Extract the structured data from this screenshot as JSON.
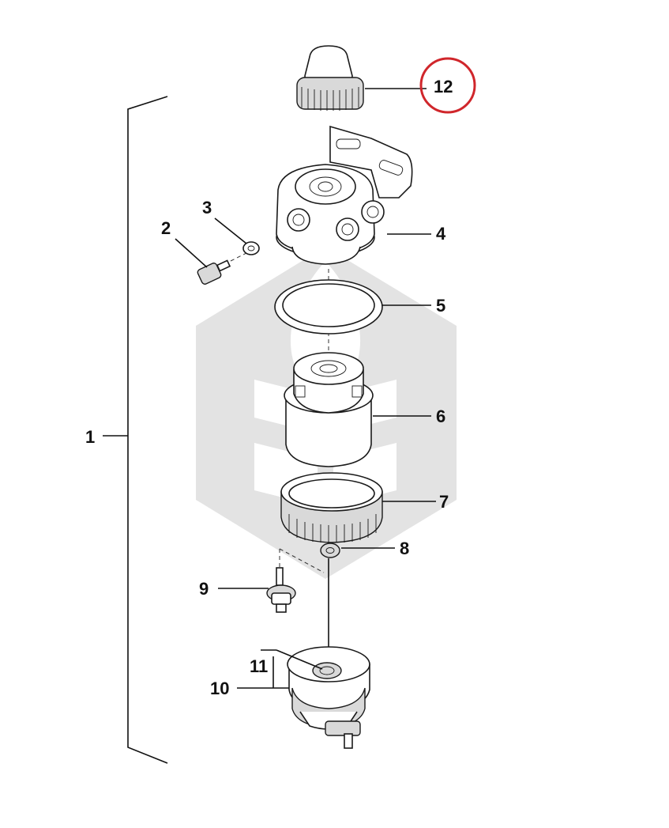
{
  "callouts": {
    "c1": "1",
    "c2": "2",
    "c3": "3",
    "c4": "4",
    "c5": "5",
    "c6": "6",
    "c7": "7",
    "c8": "8",
    "c9": "9",
    "c10": "10",
    "c11": "11",
    "c12": "12"
  },
  "colors": {
    "highlight_circle": "#d0262b",
    "watermark": "#e3e3e3",
    "line": "#111111"
  },
  "highlighted_callout": "12",
  "icons": [
    "fuel-filter-assembly-drawing",
    "leaf-logo-watermark"
  ]
}
